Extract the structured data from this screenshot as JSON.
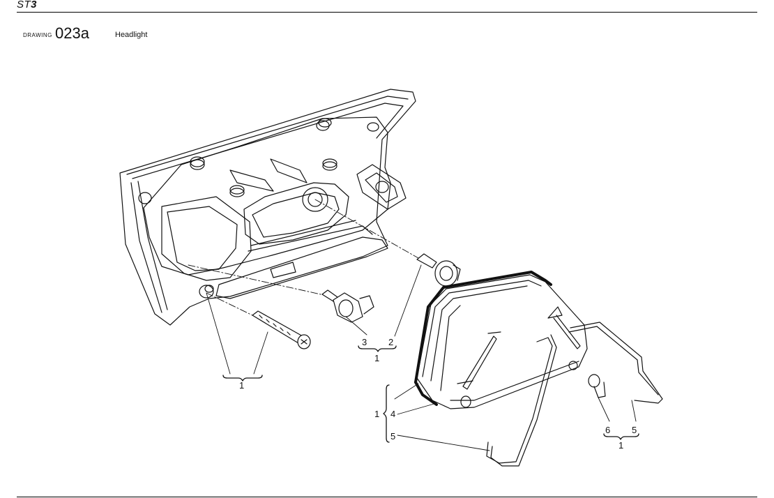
{
  "header": {
    "model_prefix": "ST",
    "model_suffix": "3",
    "drawing_label": "DRAWING",
    "drawing_number": "023a",
    "drawing_title": "Headlight"
  },
  "callouts": {
    "screw_group_label": "1",
    "bulb_3": "3",
    "bulb_2": "2",
    "bulb_group_label": "1",
    "cover_brace_label": "1",
    "cover_4": "4",
    "cover_5": "5",
    "clip_6": "6",
    "clip_5": "5",
    "clip_group_label": "1"
  }
}
